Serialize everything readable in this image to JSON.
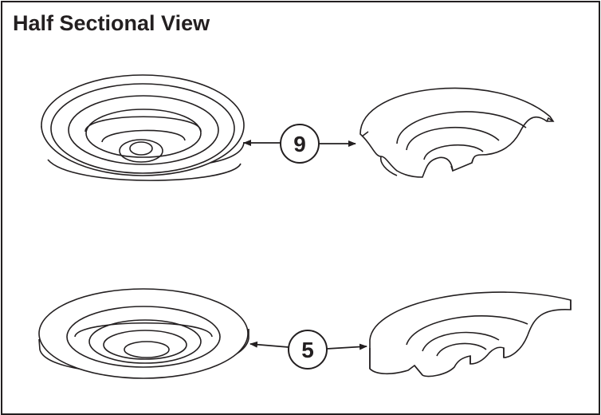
{
  "title": "Half Sectional View",
  "callouts": [
    {
      "id": "top",
      "number": "9"
    },
    {
      "id": "bottom",
      "number": "5"
    }
  ],
  "colors": {
    "stroke": "#231f20",
    "background": "#ffffff"
  }
}
